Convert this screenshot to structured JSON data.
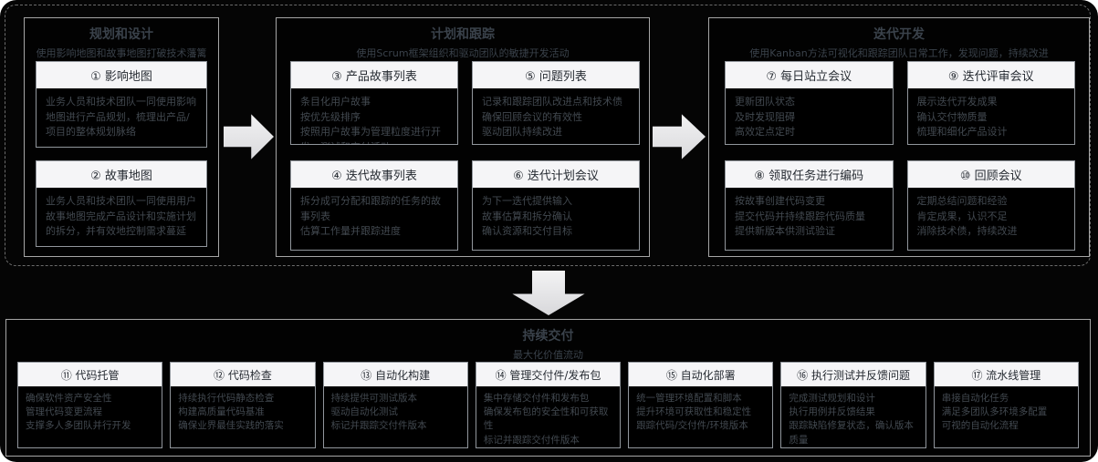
{
  "colors": {
    "canvas_bg": "#050505",
    "box_header_bg": "#f5f5f7",
    "box_border": "#91969c",
    "body_text": "#424950",
    "title_text": "#3a424b",
    "arrow_fill": "#e9e9eb"
  },
  "top_phases": [
    {
      "title": "规划和设计",
      "subtitle": "使用影响地图和故事地图打破技术藩篱",
      "boxes": [
        {
          "title": "① 影响地图",
          "body": "业务人员和技术团队一同使用影响地图进行产品规划，梳理出产品/项目的整体规划脉络"
        },
        {
          "title": "② 故事地图",
          "body": "业务人员和技术团队一同使用用户故事地图完成产品设计和实施计划的拆分，并有效地控制需求蔓延"
        }
      ]
    },
    {
      "title": "计划和跟踪",
      "subtitle": "使用Scrum框架组织和驱动团队的敏捷开发活动",
      "boxes": [
        {
          "title": "③ 产品故事列表",
          "body": "条目化用户故事\n按优先级排序\n按照用户故事为管理粒度进行开发，测试和交付活动"
        },
        {
          "title": "⑤ 问题列表",
          "body": "记录和跟踪团队改进点和技术债\n确保回顾会议的有效性\n驱动团队持续改进"
        },
        {
          "title": "④ 迭代故事列表",
          "body": "拆分成可分配和跟踪的任务的故事列表\n估算工作量并跟踪进度"
        },
        {
          "title": "⑥ 迭代计划会议",
          "body": "为下一迭代提供输入\n故事估算和拆分确认\n确认资源和交付目标"
        }
      ]
    },
    {
      "title": "迭代开发",
      "subtitle": "使用Kanban方法可视化和跟踪团队日常工作，发现问题，持续改进",
      "boxes": [
        {
          "title": "⑦ 每日站立会议",
          "body": "更新团队状态\n及时发现阻碍\n高效定点定时"
        },
        {
          "title": "⑨ 迭代评审会议",
          "body": "展示迭代开发成果\n确认交付物质量\n梳理和细化产品设计"
        },
        {
          "title": "⑧ 领取任务进行编码",
          "body": "按故事创建代码变更\n提交代码并持续跟踪代码质量\n提供新版本供测试验证"
        },
        {
          "title": "⑩ 回顾会议",
          "body": "定期总结问题和经验\n肯定成果，认识不足\n消除技术债，持续改进"
        }
      ]
    }
  ],
  "bottom_phase": {
    "title": "持续交付",
    "subtitle": "最大化价值流动",
    "boxes": [
      {
        "title": "⑪ 代码托管",
        "body": "确保软件资产安全性\n管理代码变更流程\n支撑多人多团队并行开发"
      },
      {
        "title": "⑫ 代码检查",
        "body": "持续执行代码静态检查\n构建高质量代码基准\n确保业界最佳实践的落实"
      },
      {
        "title": "⑬ 自动化构建",
        "body": "持续提供可测试版本\n驱动自动化测试\n标记并跟踪交付件版本"
      },
      {
        "title": "⑭ 管理交付件/发布包",
        "body": "集中存储交付件和发布包\n确保发布包的安全性和可获取性\n标记并跟踪交付件版本"
      },
      {
        "title": "⑮ 自动化部署",
        "body": "统一管理环境配置和脚本\n提升环境可获取性和稳定性\n跟踪代码/交付件/环境版本"
      },
      {
        "title": "⑯ 执行测试并反馈问题",
        "body": "完成测试规划和设计\n执行用例并反馈结果\n跟踪缺陷修复状态，确认版本质量"
      },
      {
        "title": "⑰ 流水线管理",
        "body": "串接自动化任务\n满足多团队多环境多配置\n可视的自动化流程"
      }
    ]
  }
}
